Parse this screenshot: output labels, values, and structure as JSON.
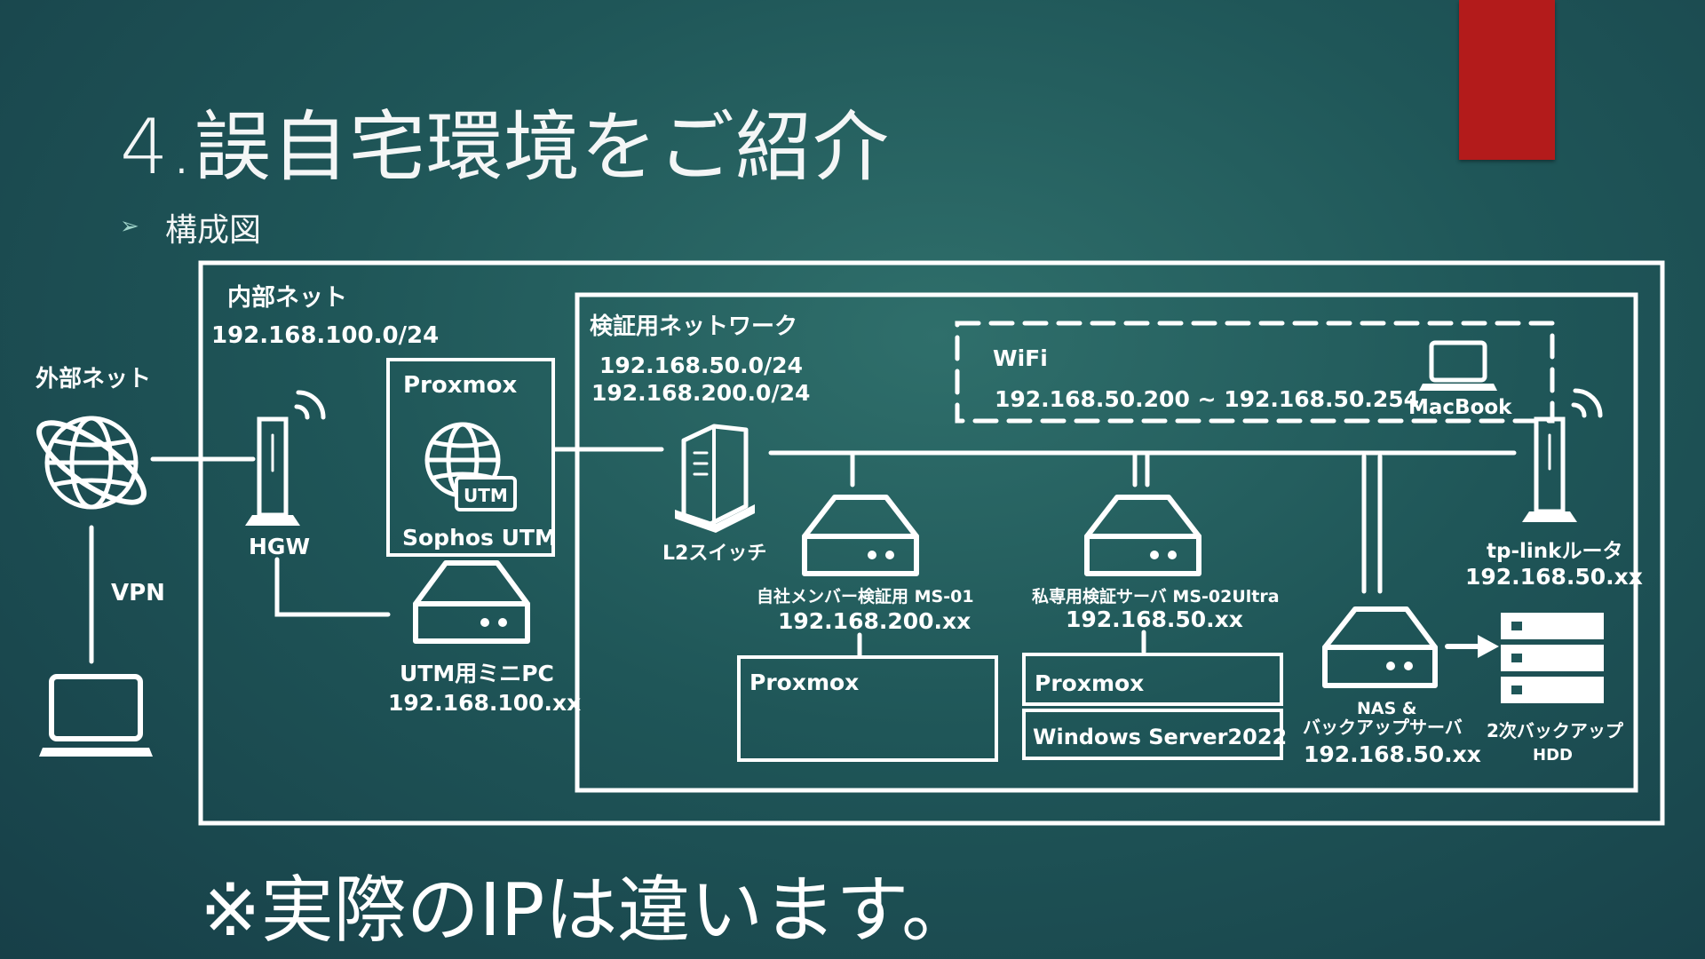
{
  "slide": {
    "title": "4.誤自宅環境をご紹介",
    "bullet": "構成図",
    "footnote": "※実際のIPは違います。",
    "accent_color": "#b31b1b"
  },
  "diagram": {
    "external": {
      "label": "外部ネット",
      "vpn_label": "VPN"
    },
    "internal": {
      "label": "内部ネット",
      "subnet": "192.168.100.0/24"
    },
    "hgw": {
      "label": "HGW"
    },
    "proxmox_utm": {
      "title": "Proxmox",
      "badge": "UTM",
      "caption": "Sophos UTM"
    },
    "utm_pc": {
      "label": "UTM用ミニPC",
      "ip": "192.168.100.xx"
    },
    "verify_net": {
      "label": "検証用ネットワーク",
      "subnet1": "192.168.50.0/24",
      "subnet2": "192.168.200.0/24"
    },
    "l2switch": {
      "label": "L2スイッチ"
    },
    "wifi": {
      "label": "WiFi",
      "range": "192.168.50.200 ~ 192.168.50.254",
      "device": "MacBook"
    },
    "router": {
      "label": "tp-linkルータ",
      "ip": "192.168.50.xx"
    },
    "ms01": {
      "label": "自社メンバー検証用 MS-01",
      "ip": "192.168.200.xx",
      "vm": "Proxmox"
    },
    "ms02": {
      "label": "私専用検証サーバ MS-02Ultra",
      "ip": "192.168.50.xx",
      "vm1": "Proxmox",
      "vm2": "Windows Server2022"
    },
    "nas": {
      "label1": "NAS &",
      "label2": "バックアップサーバ",
      "ip": "192.168.50.xx"
    },
    "hdd": {
      "label1": "2次バックアップ",
      "label2": "HDD"
    }
  }
}
